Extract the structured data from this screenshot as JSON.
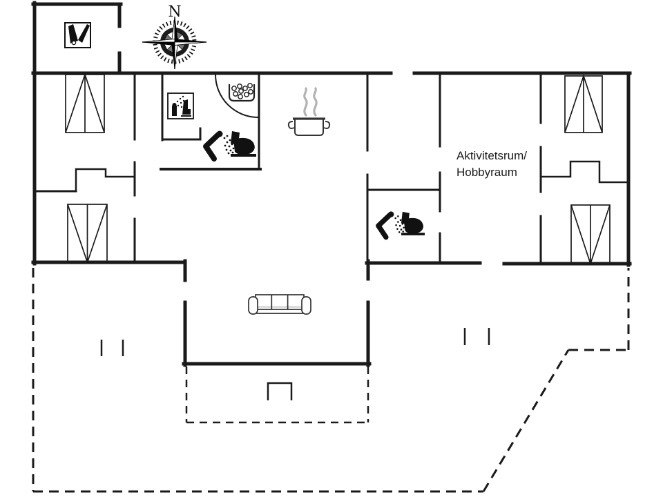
{
  "background": "#ffffff",
  "line_color": "#1a1a1a",
  "compass": {
    "label": "N"
  },
  "labels": {
    "activity_room": {
      "line1": "Aktivitetsrum/",
      "line2": "Hobbyraum"
    }
  },
  "icons": [
    "compass-rose-icon",
    "wood-stove-icon",
    "double-bed-icon",
    "wardrobe-icon",
    "shower-cabin-icon",
    "sauna-stones-icon",
    "shower-toilet-icon",
    "cooking-pot-icon",
    "steam-icon",
    "sofa-icon",
    "terrace-step-icon",
    "opening-marker-icon"
  ]
}
